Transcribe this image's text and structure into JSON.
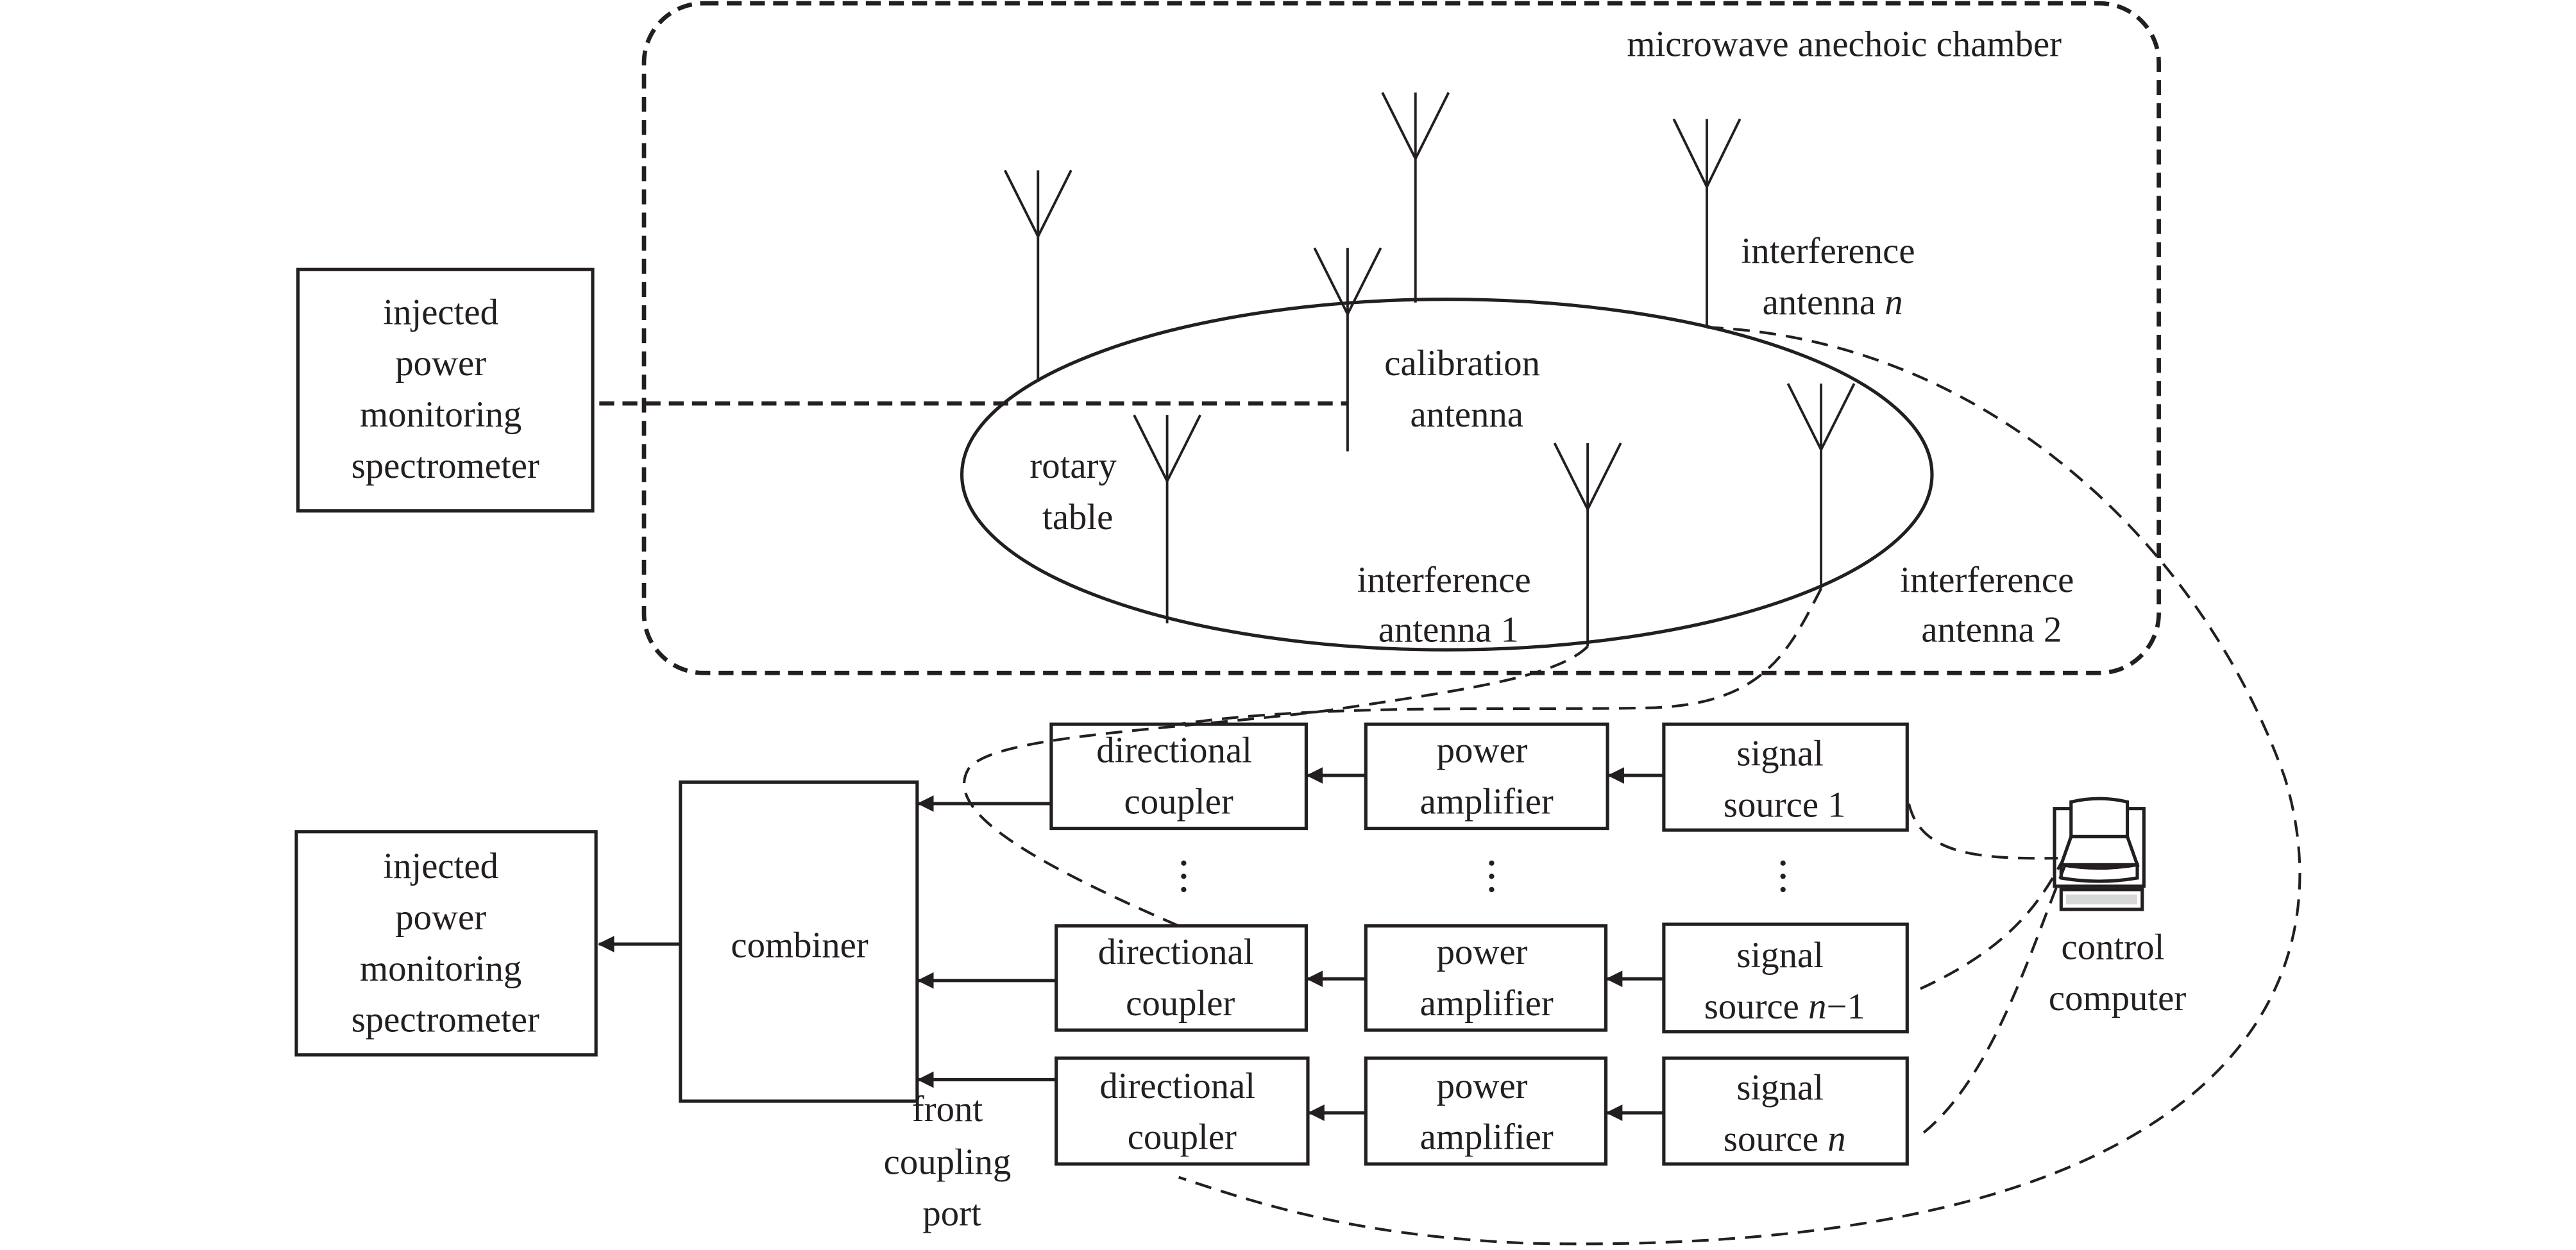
{
  "diagram": {
    "chamber_label": "microwave anechoic chamber",
    "top_monitor": {
      "lines": [
        "injected",
        "power",
        "monitoring",
        "spectrometer"
      ]
    },
    "bottom_monitor": {
      "lines": [
        "injected",
        "power",
        "monitoring",
        "spectrometer"
      ]
    },
    "rotary_table": {
      "lines": [
        "rotary",
        "table"
      ]
    },
    "calibration_antenna": {
      "lines": [
        "calibration",
        "antenna"
      ]
    },
    "interference_antenna_1": {
      "lines": [
        "interference",
        "antenna 1"
      ]
    },
    "interference_antenna_2": {
      "lines": [
        "interference",
        "antenna 2"
      ]
    },
    "interference_antenna_n": {
      "line1": "interference",
      "line2_text": "antenna ",
      "line2_var": "n"
    },
    "combiner": {
      "label": "combiner"
    },
    "front_coupling_port": {
      "lines": [
        "front",
        "coupling",
        "port"
      ]
    },
    "control_computer": {
      "lines": [
        "control",
        "computer"
      ]
    },
    "chains": [
      {
        "coupler": [
          "directional",
          "coupler"
        ],
        "amplifier": [
          "power",
          "amplifier"
        ],
        "source_line1": "signal",
        "source_line2_text": "source ",
        "source_line2_var": "",
        "source_line2_suffix": "1"
      },
      {
        "coupler": [
          "directional",
          "coupler"
        ],
        "amplifier": [
          "power",
          "amplifier"
        ],
        "source_line1": "signal",
        "source_line2_text": "source ",
        "source_line2_var": "n",
        "source_line2_suffix": "−1"
      },
      {
        "coupler": [
          "directional",
          "coupler"
        ],
        "amplifier": [
          "power",
          "amplifier"
        ],
        "source_line1": "signal",
        "source_line2_text": "source ",
        "source_line2_var": "n",
        "source_line2_suffix": ""
      }
    ],
    "ellipsis": "⋮",
    "colors": {
      "ink": "#231f20",
      "background": "#ffffff"
    }
  }
}
